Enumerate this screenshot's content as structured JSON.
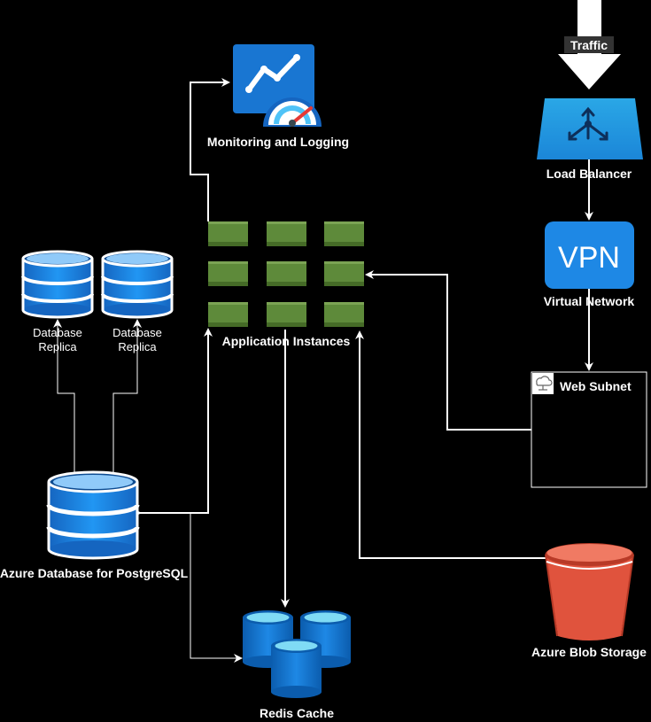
{
  "nodes": {
    "traffic": {
      "label": "Traffic"
    },
    "load_balancer": {
      "label": "Load Balancer"
    },
    "virtual_network": {
      "label": "Virtual Network",
      "icon_text": "VPN"
    },
    "web_subnet": {
      "label": "Web Subnet"
    },
    "monitoring": {
      "label": "Monitoring and Logging"
    },
    "app_instances": {
      "label": "Application Instances"
    },
    "replica_1": {
      "line1": "Database",
      "line2": "Replica"
    },
    "replica_2": {
      "line1": "Database",
      "line2": "Replica"
    },
    "postgres": {
      "label": "Azure Database for PostgreSQL"
    },
    "redis": {
      "label": "Redis Cache"
    },
    "blob": {
      "label": "Azure Blob Storage"
    }
  },
  "icons": {
    "traffic": "down-arrow-icon",
    "load_balancer": "load-balancer-icon",
    "virtual_network": "vpn-icon",
    "web_subnet": "cloud-network-icon",
    "monitoring": "monitoring-gauge-icon",
    "app_instances": "vm-grid-icon",
    "database": "database-icon",
    "redis": "redis-cache-icon",
    "blob": "storage-bucket-icon"
  },
  "colors": {
    "background": "#000000",
    "azure_blue": "#1E88E5",
    "app_green": "#5E8A3A",
    "blob_red": "#E0533D",
    "edge": "#FFFFFF"
  }
}
